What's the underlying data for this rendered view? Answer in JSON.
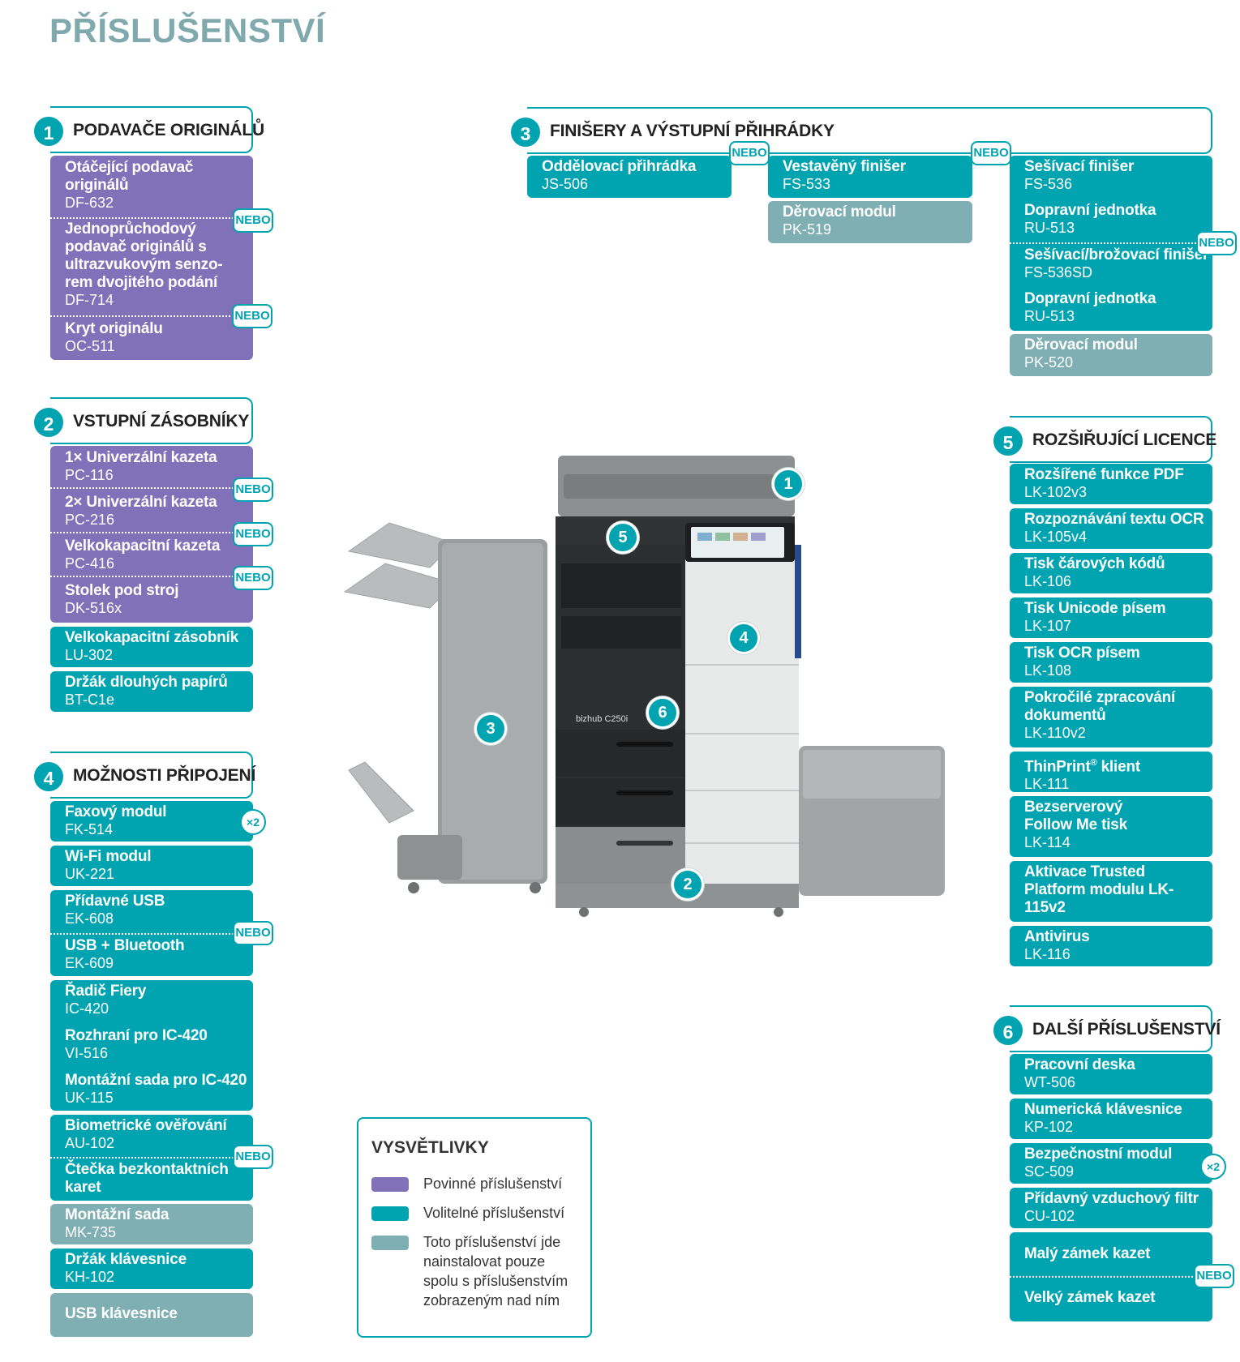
{
  "title": "PŘÍSLUŠENSTVÍ",
  "sections": {
    "s1": {
      "num": "1",
      "title": "PODAVAČE ORIGINÁLŮ"
    },
    "s2": {
      "num": "2",
      "title": "VSTUPNÍ ZÁSOBNÍKY"
    },
    "s3": {
      "num": "3",
      "title": "FINIŠERY A VÝSTUPNÍ PŘIHRÁDKY"
    },
    "s4": {
      "num": "4",
      "title": "MOŽNOSTI PŘIPOJENÍ"
    },
    "s5": {
      "num": "5",
      "title": "ROZŠIŘUJÍCÍ LICENCE"
    },
    "s6": {
      "num": "6",
      "title": "DALŠÍ PŘÍSLUŠENSTVÍ"
    }
  },
  "nebo": "NEBO",
  "x2": "×2",
  "s1_items": [
    {
      "name": "Otáčející podavač originálů",
      "code": "DF-632"
    },
    {
      "name": "Jednoprůchodový podavač originálů s ultrazvukovým senzo-rem dvojitého podání",
      "code": "DF-714"
    },
    {
      "name": "Kryt originálu",
      "code": "OC-511"
    }
  ],
  "s2_items": [
    {
      "name": "1× Univerzální kazeta",
      "code": "PC-116"
    },
    {
      "name": "2× Univerzální kazeta",
      "code": "PC-216"
    },
    {
      "name": "Velkokapacitní kazeta",
      "code": "PC-416"
    },
    {
      "name": "Stolek pod stroj",
      "code": "DK-516x"
    },
    {
      "name": "Velkokapacitní zásobník",
      "code": "LU-302"
    },
    {
      "name": "Držák dlouhých papírů",
      "code": "BT-C1e"
    }
  ],
  "s3_items": [
    {
      "name": "Oddělovací přihrádka",
      "code": "JS-506"
    },
    {
      "name": "Vestavěný finišer",
      "code": "FS-533"
    },
    {
      "name": "Děrovací modul",
      "code": "PK-519"
    },
    {
      "name": "Sešívací finišer",
      "code": "FS-536"
    },
    {
      "name": "Dopravní jednotka",
      "code": "RU-513"
    },
    {
      "name": "Sešívací/brožovací finišer",
      "code": "FS-536SD"
    },
    {
      "name": "Dopravní jednotka",
      "code": "RU-513"
    },
    {
      "name": "Děrovací modul",
      "code": "PK-520"
    }
  ],
  "s4_items": [
    {
      "name": "Faxový modul",
      "code": "FK-514"
    },
    {
      "name": "Wi-Fi modul",
      "code": "UK-221"
    },
    {
      "name": "Přídavné USB",
      "code": "EK-608"
    },
    {
      "name": "USB + Bluetooth",
      "code": "EK-609"
    },
    {
      "name": "Řadič Fiery",
      "code": "IC-420"
    },
    {
      "name": "Rozhraní pro IC-420",
      "code": "VI-516"
    },
    {
      "name": "Montážní sada pro IC-420",
      "code": "UK-115"
    },
    {
      "name": "Biometrické ověřování",
      "code": "AU-102"
    },
    {
      "name": "Čtečka bezkontaktních karet",
      "code": ""
    },
    {
      "name": "Montážní sada",
      "code": "MK-735"
    },
    {
      "name": "Držák klávesnice",
      "code": "KH-102"
    },
    {
      "name": "USB klávesnice",
      "code": ""
    }
  ],
  "s5_items": [
    {
      "name": "Rozšířené funkce PDF",
      "code": "LK-102v3"
    },
    {
      "name": "Rozpoznávání textu OCR",
      "code": "LK-105v4"
    },
    {
      "name": "Tisk čárových kódů",
      "code": "LK-106"
    },
    {
      "name": "Tisk Unicode písem",
      "code": "LK-107"
    },
    {
      "name": "Tisk OCR písem",
      "code": "LK-108"
    },
    {
      "name": "Pokročilé zpracování dokumentů",
      "code": "LK-110v2"
    },
    {
      "name": "ThinPrint",
      "reg": "®",
      "name_tail": " klient",
      "code": "LK-111"
    },
    {
      "name": "Bezserverový Follow Me tisk",
      "code": "LK-114"
    },
    {
      "name": "Aktivace Trusted Platform modulu LK-115v2",
      "code": ""
    },
    {
      "name": "Antivirus",
      "code": "LK-116"
    }
  ],
  "s6_items": [
    {
      "name": "Pracovní deska",
      "code": "WT-506"
    },
    {
      "name": "Numerická klávesnice",
      "code": "KP-102"
    },
    {
      "name": "Bezpečnostní modul",
      "code": "SC-509"
    },
    {
      "name": "Přídavný vzduchový filtr",
      "code": "CU-102"
    },
    {
      "name": "Malý zámek kazet",
      "code": ""
    },
    {
      "name": "Velký zámek kazet",
      "code": ""
    }
  ],
  "legend": {
    "title": "VYSVĚTLIVKY",
    "items": [
      {
        "label": "Povinné příslušenství",
        "color": "#8071b8"
      },
      {
        "label": "Volitelné příslušenství",
        "color": "#00a3b0"
      },
      {
        "label": "Toto příslušenství jde nainstalovat pouze spolu s příslušenstvím zobrazeným nad ním",
        "color": "#7faeb3"
      }
    ]
  },
  "machine": {
    "model_label": "bizhub C250i",
    "callouts": [
      "1",
      "2",
      "3",
      "4",
      "5",
      "6"
    ]
  },
  "colors": {
    "mandatory": "#8071b8",
    "optional": "#00a3b0",
    "dependent": "#7faeb3",
    "title": "#7fa9ad"
  }
}
